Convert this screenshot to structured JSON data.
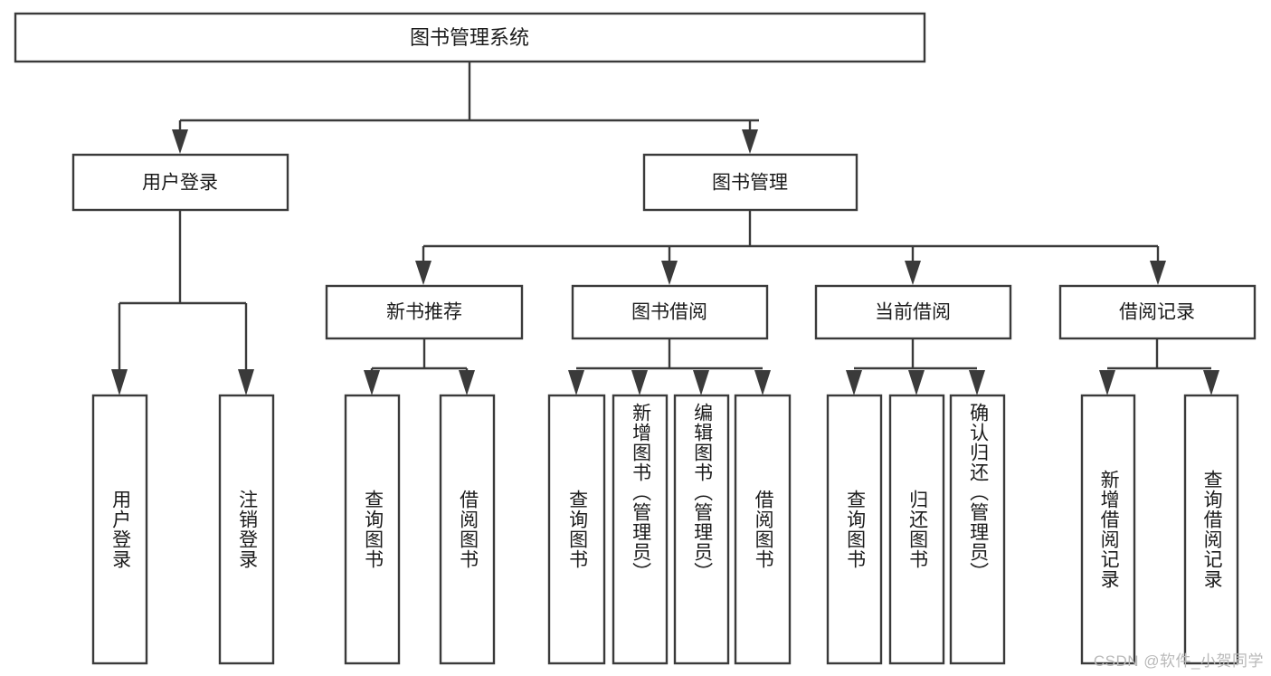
{
  "diagram": {
    "title": "图书管理系统",
    "type": "tree-hierarchy-chart",
    "orientation": "top-down",
    "colors": {
      "box_stroke": "#3a3a3a",
      "box_fill": "#ffffff",
      "connector": "#3a3a3a",
      "text": "#1b1b1b",
      "background": "#ffffff",
      "watermark": "#b9b9b9"
    }
  },
  "root": {
    "label": "图书管理系统"
  },
  "level2": [
    {
      "label": "用户登录"
    },
    {
      "label": "图书管理"
    }
  ],
  "level3": [
    {
      "label": "新书推荐"
    },
    {
      "label": "图书借阅"
    },
    {
      "label": "当前借阅"
    },
    {
      "label": "借阅记录"
    }
  ],
  "leaves": {
    "user_login": [
      {
        "label": "用户登录"
      },
      {
        "label": "注销登录"
      }
    ],
    "new_book_recommend": [
      {
        "label": "查询图书"
      },
      {
        "label": "借阅图书"
      }
    ],
    "book_borrow": [
      {
        "label": "查询图书"
      },
      {
        "label": "新增图书（管理员）"
      },
      {
        "label": "编辑图书（管理员）"
      },
      {
        "label": "借阅图书"
      }
    ],
    "current_borrow": [
      {
        "label": "查询图书"
      },
      {
        "label": "归还图书"
      },
      {
        "label": "确认归还（管理员）"
      }
    ],
    "borrow_record": [
      {
        "label": "新增借阅记录"
      },
      {
        "label": "查询借阅记录"
      }
    ]
  },
  "watermark": {
    "text": "CSDN @软件_小贺同学"
  }
}
